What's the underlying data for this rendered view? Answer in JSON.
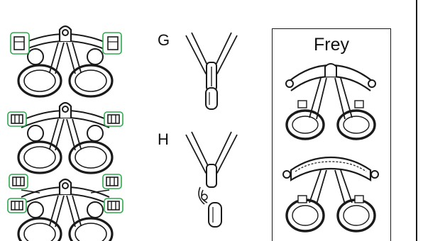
{
  "steps": {
    "g_label": "G",
    "h_label": "H"
  },
  "frey_panel": {
    "title": "Frey"
  },
  "colors": {
    "highlight": "#2fa84f",
    "line": "#1a1a1a"
  },
  "icons": [
    "harness-illustration",
    "buckle-icon",
    "carabiner-icon",
    "lanyard-icon"
  ]
}
